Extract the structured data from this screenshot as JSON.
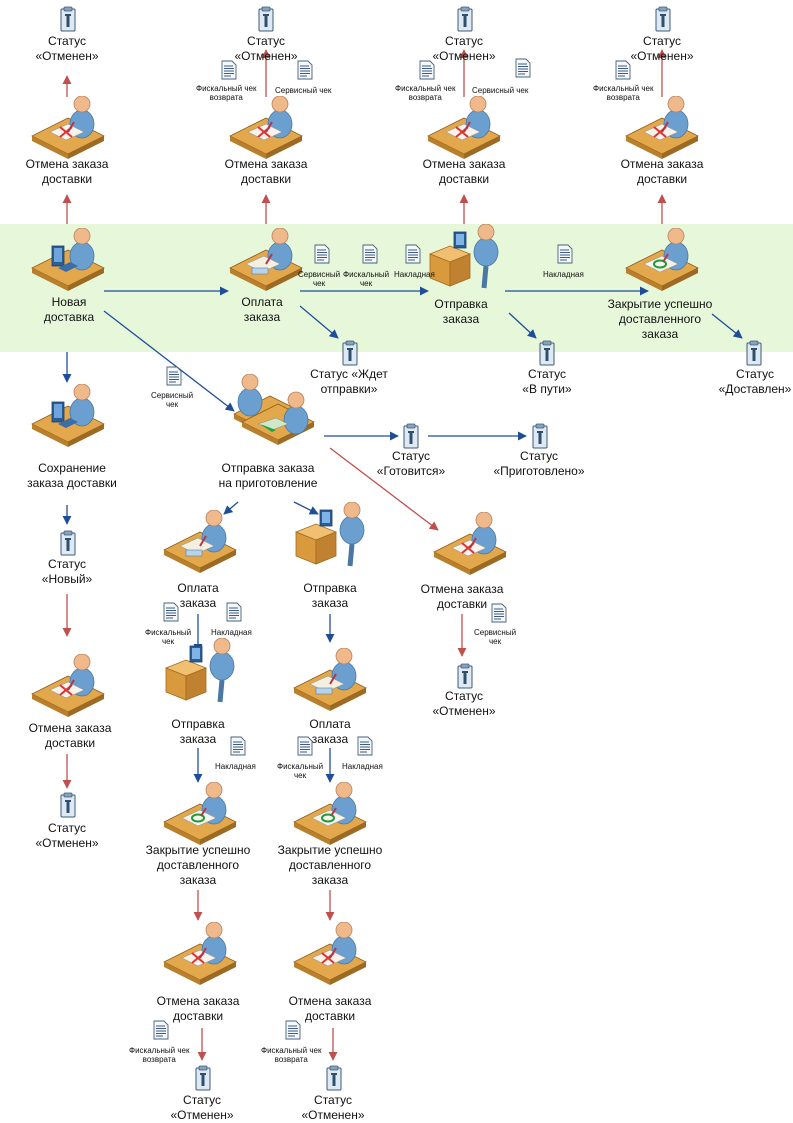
{
  "colors": {
    "band": "#e6f7da",
    "blue_arrow": "#1f4e99",
    "red_arrow": "#c0504d",
    "desk": "#e2a84b",
    "person": "#6a9fcf",
    "skin": "#f0b98b"
  },
  "icons": {
    "status": "clipboard-status-icon",
    "document": "document-icon",
    "cancel": "person-cancel-desk-icon",
    "operator": "person-operator-desk-icon",
    "payment": "person-payment-desk-icon",
    "dispatch": "person-box-dispatch-icon",
    "close": "person-close-success-icon",
    "handover": "two-persons-handover-icon"
  },
  "nodes": {
    "status_cancelled_1": "Статус\n«Отменен»",
    "status_cancelled_2": "Статус\n«Отменен»",
    "status_cancelled_3": "Статус\n«Отменен»",
    "status_cancelled_4": "Статус\n«Отменен»",
    "cancel_order_1": "Отмена заказа\nдоставки",
    "cancel_order_2": "Отмена заказа\nдоставки",
    "cancel_order_3": "Отмена заказа\nдоставки",
    "cancel_order_4": "Отмена заказа\nдоставки",
    "new_delivery": "Новая\nдоставка",
    "pay_order": "Оплата\nзаказа",
    "dispatch_order": "Отправка\nзаказа",
    "close_success": "Закрытие успешно\nдоставленного\nзаказа",
    "status_waiting": "Статус «Ждет\nотправки»",
    "status_in_transit": "Статус\n«В пути»",
    "status_delivered": "Статус\n«Доставлен»",
    "save_order": "Сохранение\nзаказа доставки",
    "send_to_prep": "Отправка заказа\nна приготовление",
    "status_preparing": "Статус\n«Готовится»",
    "status_prepared": "Статус\n«Приготовлено»",
    "status_new": "Статус\n«Новый»",
    "cancel_left": "Отмена заказа\nдоставки",
    "status_cancelled_left": "Статус\n«Отменен»",
    "pay_a": "Оплата\nзаказа",
    "dispatch_a": "Отправка\nзаказа",
    "close_a": "Закрытие успешно\nдоставленного\nзаказа",
    "cancel_a": "Отмена заказа\nдоставки",
    "status_cancelled_a": "Статус\n«Отменен»",
    "dispatch_b": "Отправка\nзаказа",
    "pay_b": "Оплата\nзаказа",
    "close_b": "Закрытие успешно\nдоставленного\nзаказа",
    "cancel_b": "Отмена заказа\nдоставки",
    "status_cancelled_b": "Статус\n«Отменен»",
    "cancel_c": "Отмена заказа\nдоставки",
    "status_cancelled_c": "Статус\n«Отменен»"
  },
  "docs": {
    "d1": "Фискальный чек\nвозврата",
    "d2": "Сервисный чек",
    "d3": "Фискальный чек\nвозврата",
    "d4": "Сервисный чек",
    "d5": "Фискальный чек\nвозврата",
    "d6": "Сервисный\nчек",
    "d7": "Фискальный\nчек",
    "d8": "Накладная",
    "d9": "Накладная",
    "d10": "Сервисный\nчек",
    "d11": "Фискальный\nчек",
    "d12": "Накладная",
    "d13": "Накладная",
    "d14": "Фискальный\nчек",
    "d15": "Накладная",
    "d16": "Фискальный чек\nвозврата",
    "d17": "Фискальный чек\nвозврата",
    "d18": "Сервисный\nчек"
  }
}
